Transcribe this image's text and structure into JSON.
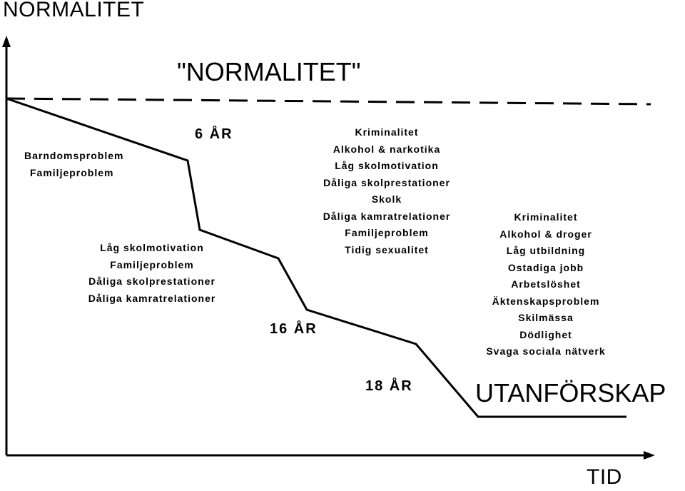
{
  "axes": {
    "y_label": "NORMALITET",
    "x_label": "TID"
  },
  "reference": {
    "label": "\"NORMALITET\""
  },
  "endpoint": {
    "label": "UTANFÖRSKAP"
  },
  "ages": {
    "age_6": "6 ÅR",
    "age_16": "16 ÅR",
    "age_18": "18 ÅR"
  },
  "groups": {
    "early": [
      "Barndomsproblem",
      "Familjeproblem"
    ],
    "school": [
      "Låg skolmotivation",
      "Familjeproblem",
      "Dåliga skolprestationer",
      "Dåliga kamratrelationer"
    ],
    "teen": [
      "Kriminalitet",
      "Alkohol & narkotika",
      "Låg skolmotivation",
      "Dåliga skolprestationer",
      "Skolk",
      "Dåliga kamratrelationer",
      "Familjeproblem",
      "Tidig sexualitet"
    ],
    "adult": [
      "Kriminalitet",
      "Alkohol & droger",
      "Låg utbildning",
      "Ostadiga jobb",
      "Arbetslöshet",
      "Äktenskapsproblem",
      "Skilmässa",
      "Dödlighet",
      "Svaga sociala nätverk"
    ]
  }
}
